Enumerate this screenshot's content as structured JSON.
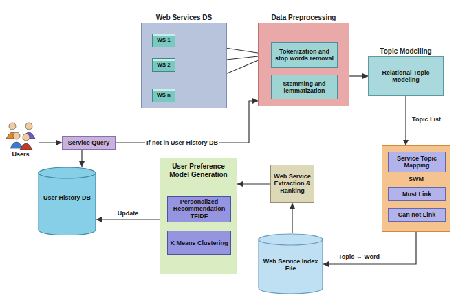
{
  "diagram": {
    "nodes": [
      {
        "text": [
          "Users"
        ]
      },
      {
        "text": [
          "Service Query"
        ]
      },
      {
        "text": [
          "Web Services DS"
        ]
      },
      {
        "text": [
          "WS 1"
        ],
        "in": 2
      },
      {
        "text": [
          "WS 2"
        ],
        "in": 2
      },
      {
        "text": [
          "WS n"
        ],
        "in": 2
      },
      {
        "text": [
          "Data Preprocessing"
        ]
      },
      {
        "text": [
          "Tokenization and stop words removal"
        ],
        "in": 6
      },
      {
        "text": [
          "Stemming and lemmatization"
        ],
        "in": 6
      },
      {
        "text": [
          "Topic Modelling",
          "Relational Topic Modeling"
        ]
      },
      {
        "text": [
          "SWM"
        ]
      },
      {
        "text": [
          "Service Topic Mapping"
        ],
        "in": 10
      },
      {
        "text": [
          "Must Link"
        ],
        "in": 10
      },
      {
        "text": [
          "Can not Link"
        ],
        "in": 10
      },
      {
        "text": [
          "Web Service Index File"
        ]
      },
      {
        "text": [
          "Web Service Extraction & Ranking"
        ]
      },
      {
        "text": [
          "User Preference Model Generation"
        ]
      },
      {
        "text": [
          "Personalized Recommendation TFIDF"
        ],
        "in": 16
      },
      {
        "text": [
          "K Means Clustering"
        ],
        "in": 16
      },
      {
        "text": [
          "User History DB"
        ]
      }
    ],
    "edges": [
      {
        "from": 0,
        "to": 1,
        "arrow": "to"
      },
      {
        "from": 1,
        "to": 19,
        "arrow": "to"
      },
      {
        "from": 1,
        "to": 6,
        "label": "If not in User History DB",
        "arrow": "to"
      },
      {
        "from": 3,
        "to": 7,
        "arrow": "to"
      },
      {
        "from": 4,
        "to": 7,
        "arrow": "to"
      },
      {
        "from": 5,
        "to": 7,
        "arrow": "to"
      },
      {
        "from": 6,
        "to": 9,
        "arrow": "to"
      },
      {
        "from": 9,
        "to": 10,
        "label": "Topic List",
        "arrow": "to"
      },
      {
        "from": 10,
        "to": 14,
        "label": "Topic → Word",
        "arrow": "to"
      },
      {
        "from": 14,
        "to": 15,
        "arrow": "to"
      },
      {
        "from": 15,
        "to": 16,
        "arrow": "to"
      },
      {
        "from": 16,
        "to": 19,
        "label": "Update",
        "arrow": "to"
      }
    ]
  }
}
